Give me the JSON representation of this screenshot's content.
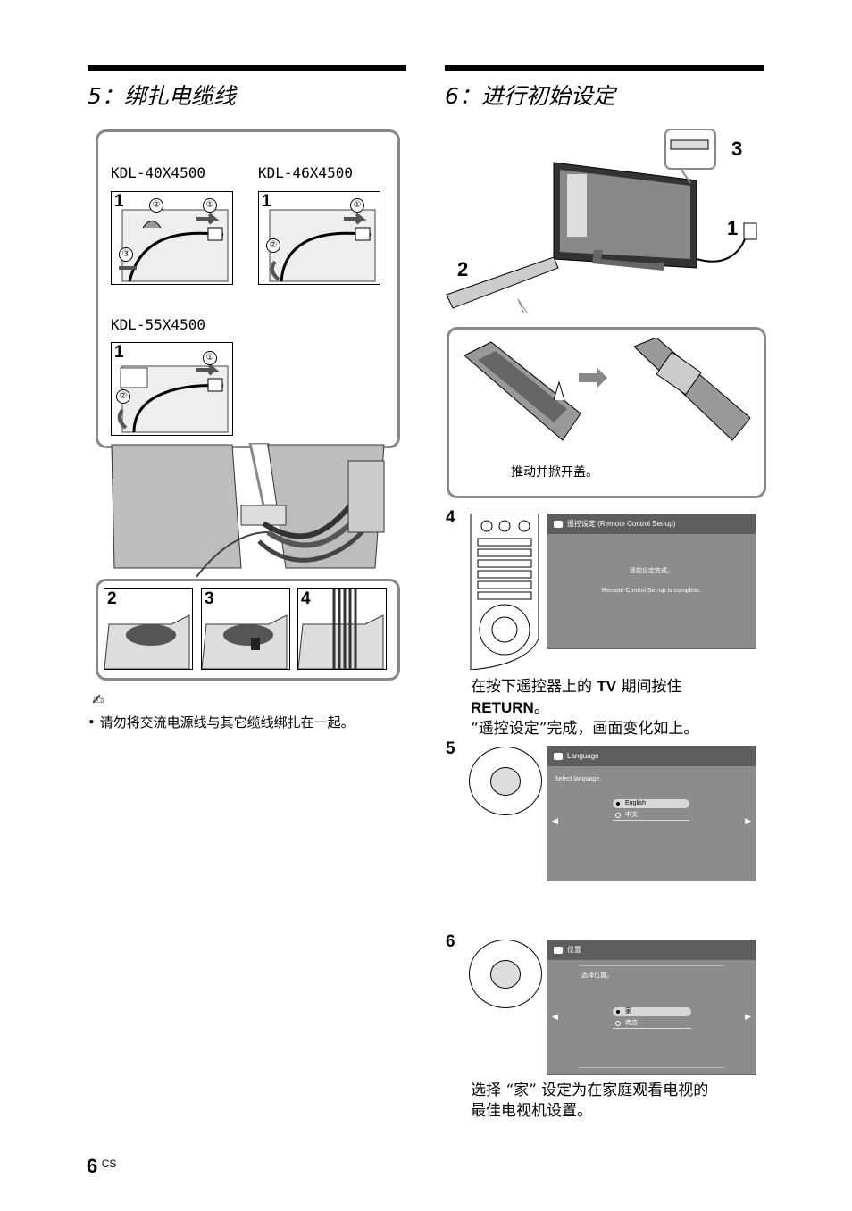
{
  "left_section": {
    "title": "5：绑扎电缆线",
    "models": [
      "KDL-40X4500",
      "KDL-46X4500",
      "KDL-55X4500"
    ],
    "step_labels": [
      "1",
      "1",
      "1",
      "2",
      "3",
      "4"
    ],
    "circled": [
      "②",
      "①",
      "③",
      "①",
      "②",
      "①",
      "②"
    ],
    "note_icon": "pencil-note-icon",
    "note": "• 请勿将交流电源线与其它缆线绑扎在一起。"
  },
  "right_section": {
    "title": "6：进行初始设定",
    "callouts": [
      "3",
      "1",
      "2"
    ],
    "battery_caption": "推动并掀开盖。",
    "step4": {
      "num": "4",
      "screen_title": "遥控设定 (Remote Control Set-up)",
      "line1": "遥控设定完成。",
      "line2": "Remote Control Set-up is complete.",
      "text_a": "在按下遥控器上的 ",
      "text_tv": "TV",
      "text_b": " 期间按住",
      "text_return": "RETURN",
      "text_c": "。",
      "text_d": "“遥控设定”完成，画面变化如上。"
    },
    "step5": {
      "num": "5",
      "screen_title": "Language",
      "prompt": "Select language.",
      "options": [
        "English",
        "中文"
      ]
    },
    "step6": {
      "num": "6",
      "screen_title": "位置",
      "prompt": "选择位置。",
      "options": [
        "家",
        "商店"
      ],
      "text1": "选择 “家” 设定为在家庭观看电视的",
      "text2": "最佳电视机设置。"
    }
  },
  "footer": {
    "page": "6",
    "lang": "CS"
  },
  "colors": {
    "rule": "#000000",
    "frame": "#888888",
    "screen": "#8c8c8c",
    "screen_header": "#5e5e5e"
  }
}
